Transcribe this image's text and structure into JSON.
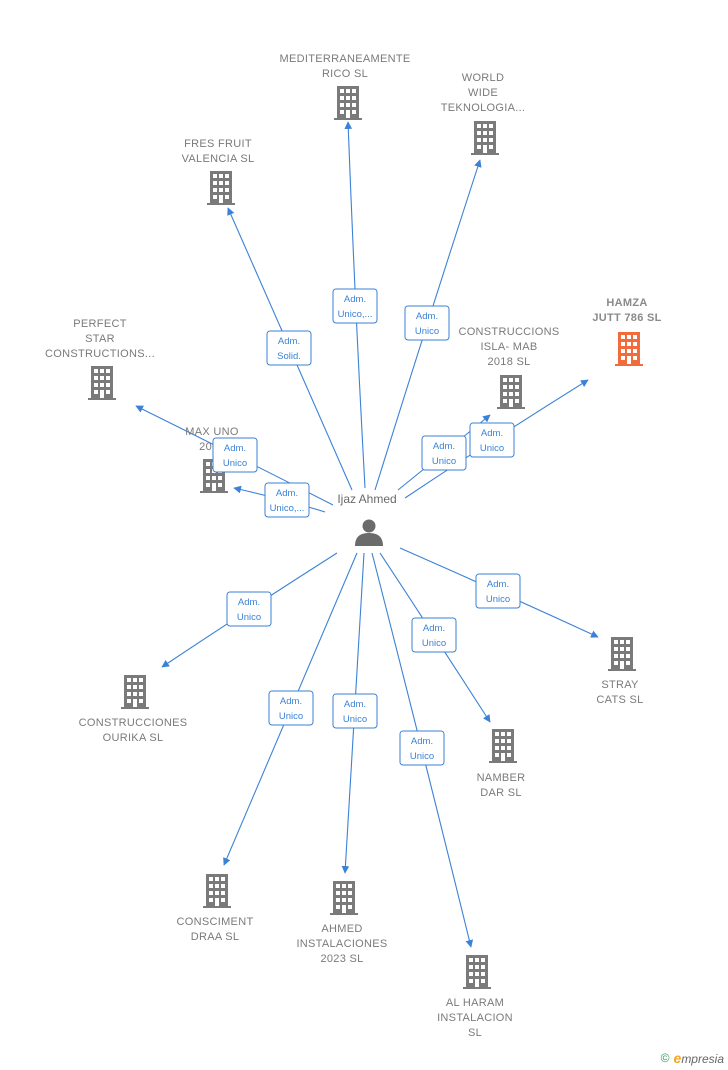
{
  "center": {
    "label": "Ijaz Ahmed",
    "icon": "person-icon"
  },
  "colors": {
    "edge": "#3b82d6",
    "building": "#7a7a7a",
    "building_highlight": "#f26b3a"
  },
  "companies": [
    {
      "id": "mediterraneamente",
      "lines": [
        "MEDITERRANEAMENTE",
        "RICO  SL"
      ],
      "role": [
        "Adm.",
        "Unico,..."
      ],
      "highlight": false
    },
    {
      "id": "world-wide",
      "lines": [
        "WORLD",
        "WIDE",
        "TEKNOLOGIA..."
      ],
      "role": [
        "Adm.",
        "Unico"
      ],
      "highlight": false
    },
    {
      "id": "fres-fruit",
      "lines": [
        "FRES FRUIT",
        "VALENCIA  SL"
      ],
      "role": [
        "Adm.",
        "Solid."
      ],
      "highlight": false
    },
    {
      "id": "hamza-jutt",
      "lines": [
        "HAMZA",
        "JUTT 786  SL"
      ],
      "role": [
        "Adm.",
        "Unico"
      ],
      "highlight": true
    },
    {
      "id": "construcciones-isla",
      "lines": [
        "CONSTRUCCIONS",
        "ISLA- MAB",
        "2018  SL"
      ],
      "role": [
        "Adm.",
        "Unico"
      ],
      "highlight": false
    },
    {
      "id": "perfect-star",
      "lines": [
        "PERFECT",
        "STAR",
        "CONSTRUCTIONS..."
      ],
      "role": [
        "Adm.",
        "Unico"
      ],
      "highlight": false
    },
    {
      "id": "max-uno",
      "lines": [
        "MAX UNO",
        "2013"
      ],
      "role": [
        "Adm.",
        "Unico,..."
      ],
      "highlight": false
    },
    {
      "id": "stray-cats",
      "lines": [
        "STRAY",
        "CATS SL"
      ],
      "role": [
        "Adm.",
        "Unico"
      ],
      "highlight": false
    },
    {
      "id": "construcciones-ourika",
      "lines": [
        "CONSTRUCCIONES",
        "OURIKA SL"
      ],
      "role": [
        "Adm.",
        "Unico"
      ],
      "highlight": false
    },
    {
      "id": "namber-dar",
      "lines": [
        "NAMBER",
        "DAR  SL"
      ],
      "role": [
        "Adm.",
        "Unico"
      ],
      "highlight": false
    },
    {
      "id": "consciment-draa",
      "lines": [
        "CONSCIMENT",
        "DRAA SL"
      ],
      "role": [
        "Adm.",
        "Unico"
      ],
      "highlight": false
    },
    {
      "id": "ahmed-instalaciones",
      "lines": [
        "AHMED",
        "INSTALACIONES",
        "2023  SL"
      ],
      "role": [
        "Adm.",
        "Unico"
      ],
      "highlight": false
    },
    {
      "id": "al-haram",
      "lines": [
        "AL HARAM",
        "INSTALACION",
        "SL"
      ],
      "role": [
        "Adm.",
        "Unico"
      ],
      "highlight": false
    }
  ],
  "footer": {
    "copyright": "©",
    "brand_initial": "e",
    "brand_rest": "mpresia"
  }
}
